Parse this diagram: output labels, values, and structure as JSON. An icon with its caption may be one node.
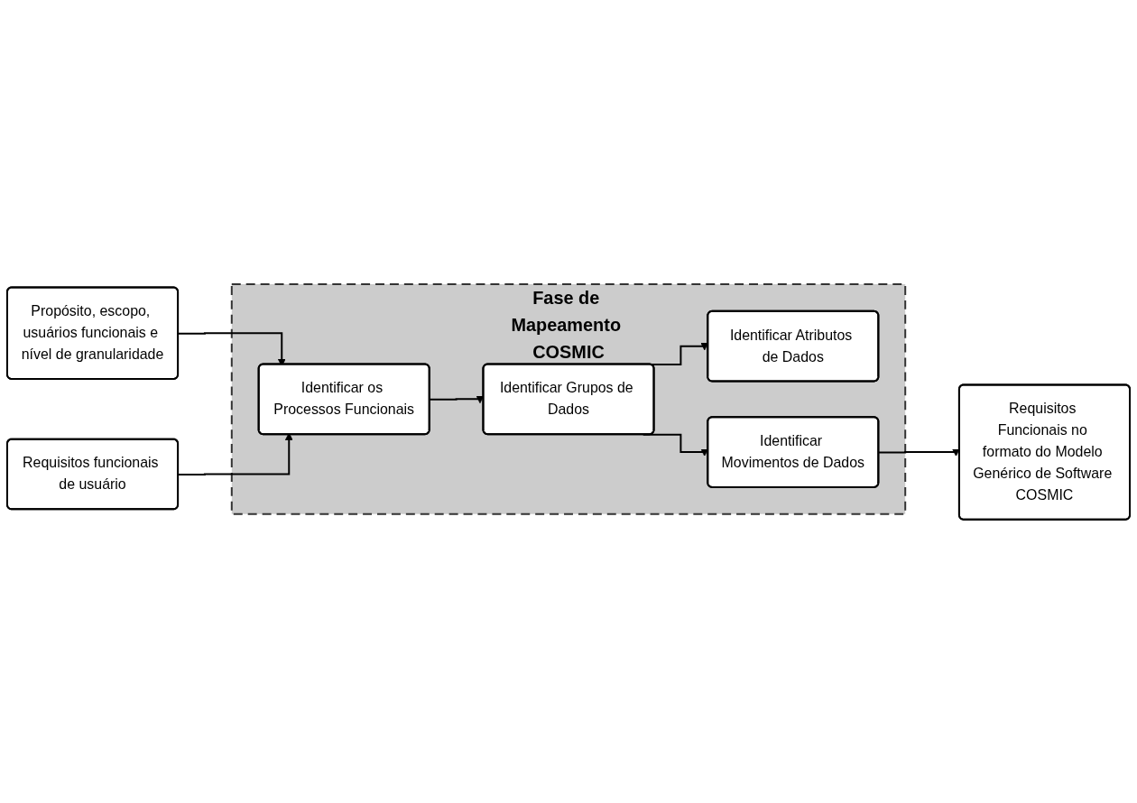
{
  "diagram": {
    "nodes": [
      {
        "text": [
          "Fase de Mapeamento COSMIC"
        ]
      },
      {
        "text": [
          "Propósito, escopo, usuários funcionais e nível de granularidade"
        ]
      },
      {
        "text": [
          "Requisitos funcionais de usuário"
        ]
      },
      {
        "text": [
          "Identificar os Processos Funcionais"
        ],
        "in": 0
      },
      {
        "text": [
          "Identificar Grupos de Dados"
        ],
        "in": 0
      },
      {
        "text": [
          "Identificar Atributos de Dados"
        ],
        "in": 0
      },
      {
        "text": [
          "Identificar Movimentos de Dados"
        ],
        "in": 0
      },
      {
        "text": [
          "Requisitos Funcionais no formato do Modelo Genérico de Software COSMIC"
        ]
      }
    ],
    "edges": [
      {
        "from": 1,
        "to": 3,
        "arrow": "to"
      },
      {
        "from": 2,
        "to": 3,
        "arrow": "to"
      },
      {
        "from": 3,
        "to": 4,
        "arrow": "to"
      },
      {
        "from": 4,
        "to": 5,
        "arrow": "to"
      },
      {
        "from": 4,
        "to": 6,
        "arrow": "to"
      },
      {
        "from": 6,
        "to": 7,
        "arrow": "to"
      }
    ]
  }
}
